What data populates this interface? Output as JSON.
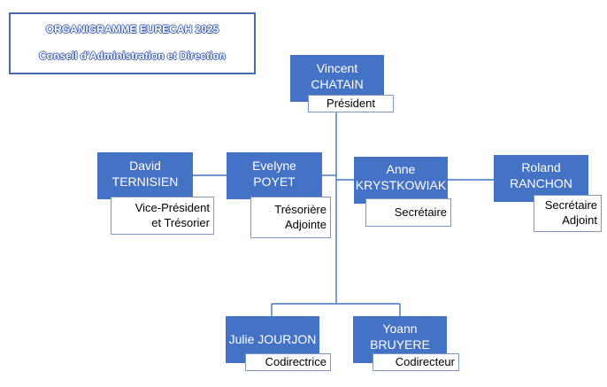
{
  "title": {
    "line1": "ORGANIGRAMME EURECAH 2025",
    "line2": "Conseil d'Administration et Direction"
  },
  "members": [
    {
      "first": "Vincent",
      "last": "CHATAIN",
      "role": [
        "Président"
      ]
    },
    {
      "first": "David",
      "last": "TERNISIEN",
      "role": [
        "Vice-Président",
        "et Trésorier"
      ]
    },
    {
      "first": "Evelyne",
      "last": "POYET",
      "role": [
        "Trésorière",
        "Adjointe"
      ]
    },
    {
      "first": "Anne",
      "last": "KRYSTKOWIAK",
      "role": [
        "Secrétaire"
      ]
    },
    {
      "first": "Roland",
      "last": "RANCHON",
      "role": [
        "Secrétaire",
        "Adjoint"
      ]
    },
    {
      "first": "Julie",
      "last": "JOURJON",
      "role": [
        "Codirectrice"
      ]
    },
    {
      "first": "Yoann",
      "last": "BRUYERE",
      "role": [
        "Codirecteur"
      ]
    }
  ],
  "colors": {
    "node": "#4472c4",
    "line": "#4472c4"
  }
}
